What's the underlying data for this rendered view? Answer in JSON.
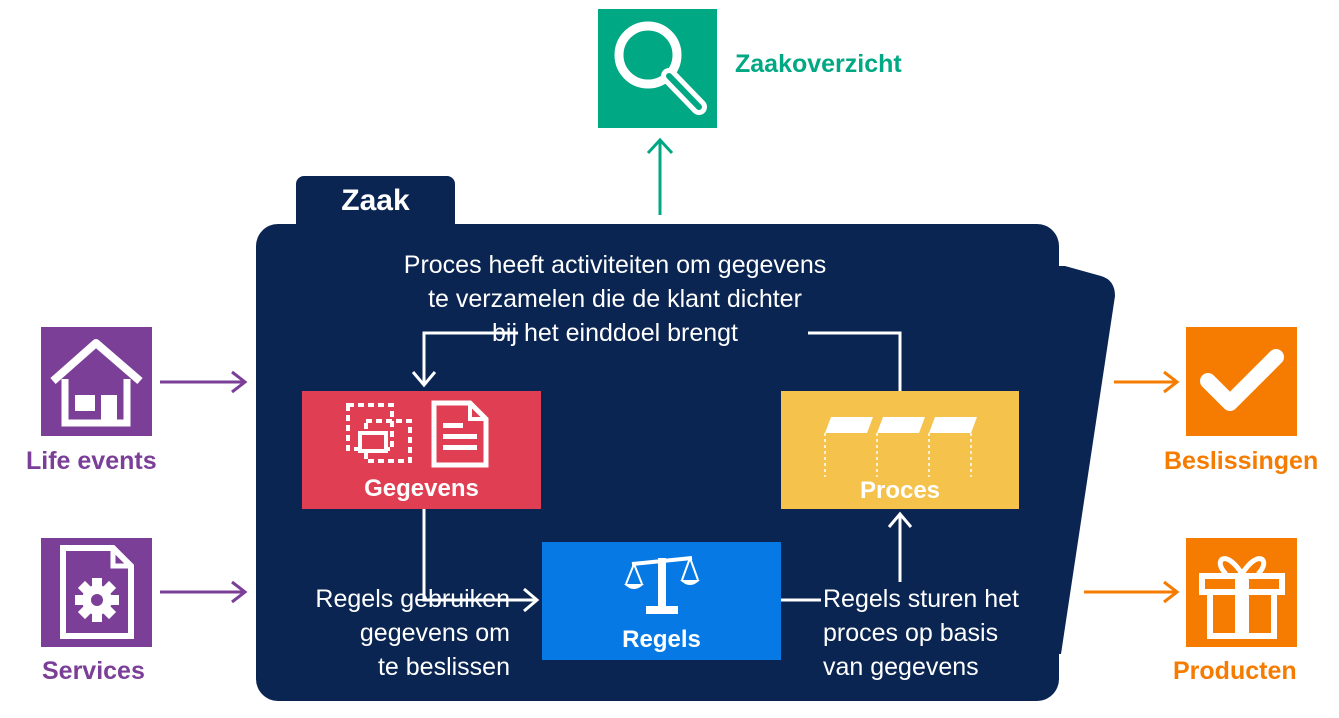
{
  "overview": {
    "label": "Zaakoverzicht",
    "icon": "magnifier-icon",
    "color": "#00A884"
  },
  "folder": {
    "tab_label": "Zaak",
    "color": "#0A2552",
    "top_text": [
      "Proces heeft activiteiten om gegevens",
      "te verzamelen die de klant dichter",
      "bij het einddoel brengt"
    ],
    "left_text": [
      "Regels gebruiken",
      "gegevens om",
      "te beslissen"
    ],
    "right_text": [
      "Regels sturen het",
      "proces op basis",
      "van gegevens"
    ]
  },
  "boxes": {
    "gegevens": {
      "label": "Gegevens",
      "color": "#E03E52",
      "icons": [
        "select-copy-icon",
        "document-icon"
      ]
    },
    "proces": {
      "label": "Proces",
      "color": "#F5C24C",
      "icon": "process-columns-icon"
    },
    "regels": {
      "label": "Regels",
      "color": "#0779E4",
      "icon": "scales-icon"
    }
  },
  "inputs": [
    {
      "label": "Life events",
      "icon": "house-icon",
      "color": "#7B3F98"
    },
    {
      "label": "Services",
      "icon": "gear-document-icon",
      "color": "#7B3F98"
    }
  ],
  "outputs": [
    {
      "label": "Beslissingen",
      "icon": "checkmark-icon",
      "color": "#F57C00"
    },
    {
      "label": "Producten",
      "icon": "gift-icon",
      "color": "#F57C00"
    }
  ]
}
